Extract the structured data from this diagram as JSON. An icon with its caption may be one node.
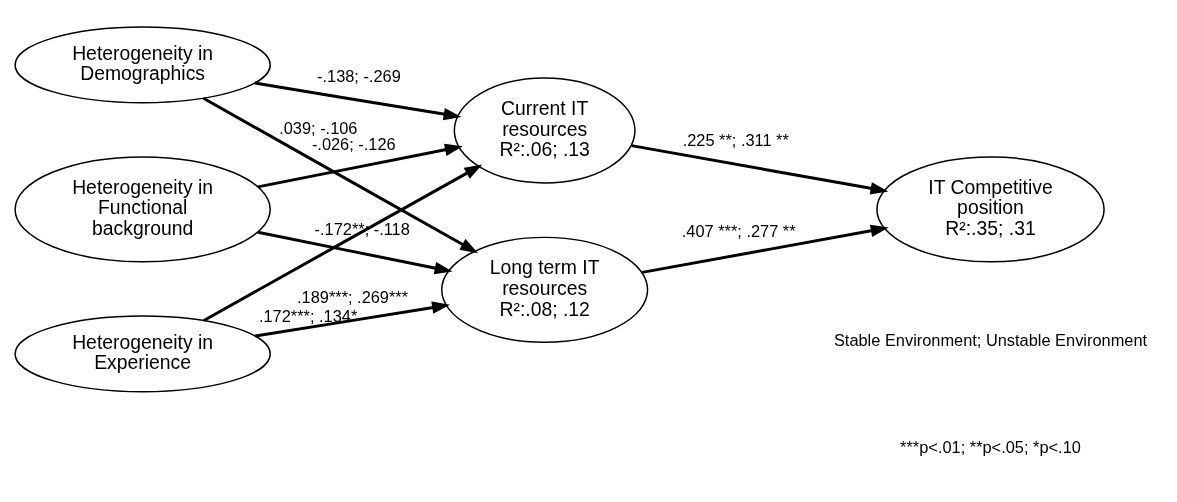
{
  "diagram": {
    "nodes": [
      {
        "text": [
          "Heterogeneity in Demographics"
        ]
      },
      {
        "text": [
          "Heterogeneity in Functional background"
        ]
      },
      {
        "text": [
          "Heterogeneity in Experience"
        ]
      },
      {
        "text": [
          "Current IT resources",
          "R²:.06; .13"
        ]
      },
      {
        "text": [
          "Long term IT resources",
          "R²:.08; .12"
        ]
      },
      {
        "text": [
          "IT Competitive position",
          "R²:.35; .31"
        ]
      }
    ],
    "edges": [
      {
        "from": 0,
        "to": 3,
        "arrow": "to",
        "label": "-.138; -.269"
      },
      {
        "from": 0,
        "to": 4,
        "arrow": "to",
        "label": ".039; -.106"
      },
      {
        "from": 1,
        "to": 3,
        "arrow": "to",
        "label": "-.026; -.126"
      },
      {
        "from": 1,
        "to": 4,
        "arrow": "to",
        "label": "-.172**; -.118"
      },
      {
        "from": 2,
        "to": 3,
        "arrow": "to",
        "label": ".172***; .134*"
      },
      {
        "from": 2,
        "to": 4,
        "arrow": "to",
        "label": ".189***; .269***"
      },
      {
        "from": 3,
        "to": 5,
        "arrow": "to",
        "label": ".225 **; .311 **"
      },
      {
        "from": 4,
        "to": 5,
        "arrow": "to",
        "label": ".407 ***; .277 **"
      }
    ],
    "labels": [
      "Stable Environment; Unstable Environment",
      "***p<.01; **p<.05; *p<.10"
    ]
  }
}
